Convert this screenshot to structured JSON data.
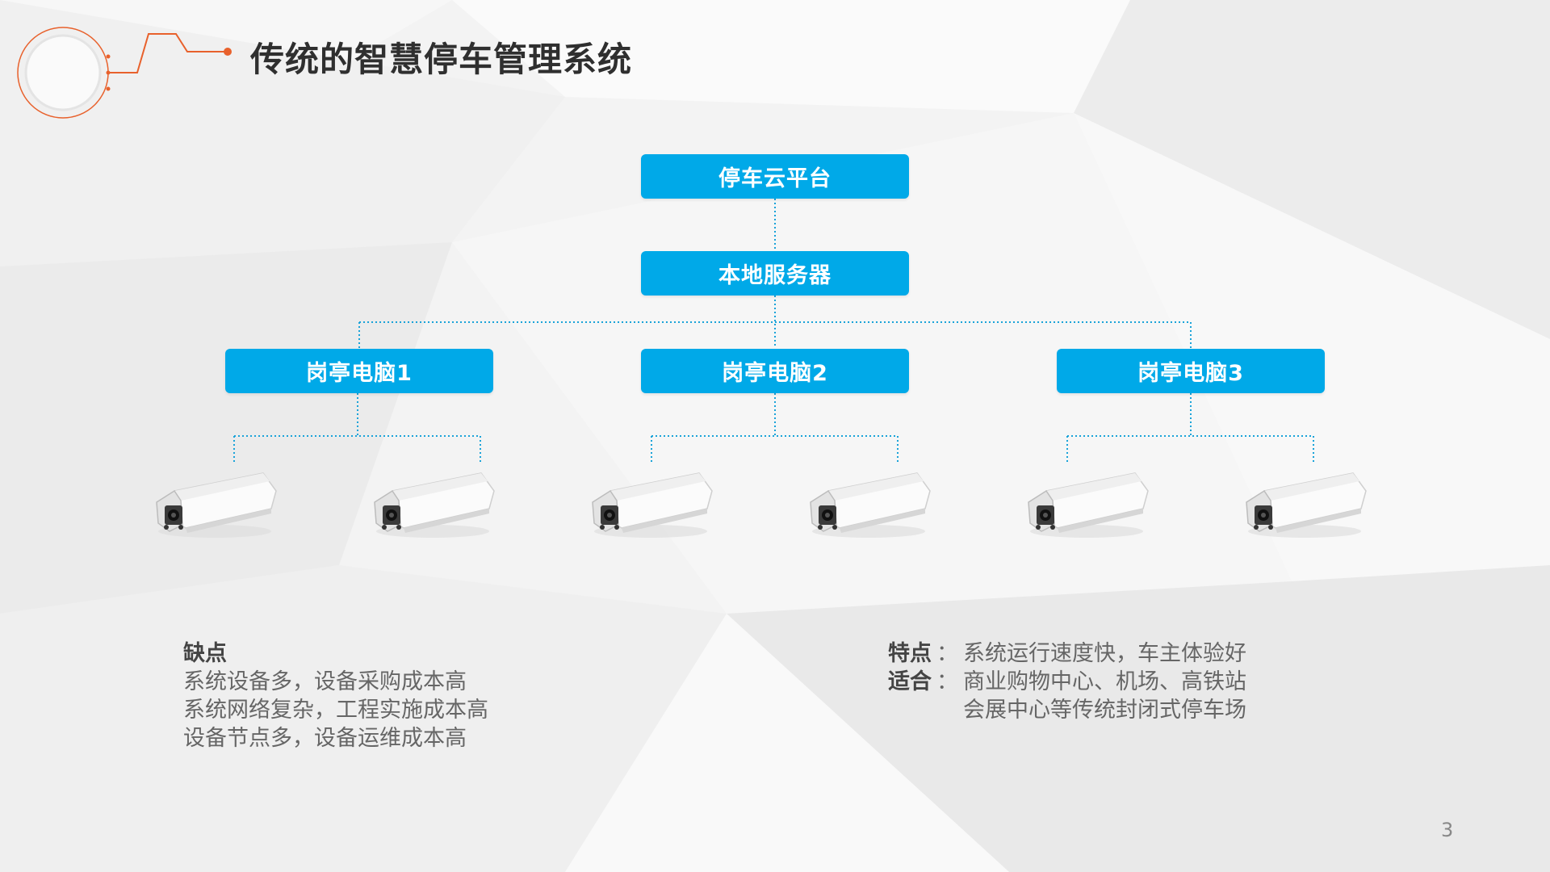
{
  "slide": {
    "title": "传统的智慧停车管理系统",
    "page_number": "3"
  },
  "diagram": {
    "cloud": "停车云平台",
    "server": "本地服务器",
    "booths": [
      "岗亭电脑1",
      "岗亭电脑2",
      "岗亭电脑3"
    ],
    "camera_icon": "camera-icon",
    "accent_color": "#00a9e8",
    "deco_color": "#e8612c"
  },
  "cons": {
    "heading": "缺点",
    "lines": [
      "系统设备多，设备采购成本高",
      "系统网络复杂，工程实施成本高",
      "设备节点多，设备运维成本高"
    ]
  },
  "features": {
    "label1": "特点",
    "text1": "系统运行速度快，车主体验好",
    "label2": "适合",
    "text2a": "商业购物中心、机场、高铁站",
    "text2b": "会展中心等传统封闭式停车场",
    "colon": "："
  }
}
